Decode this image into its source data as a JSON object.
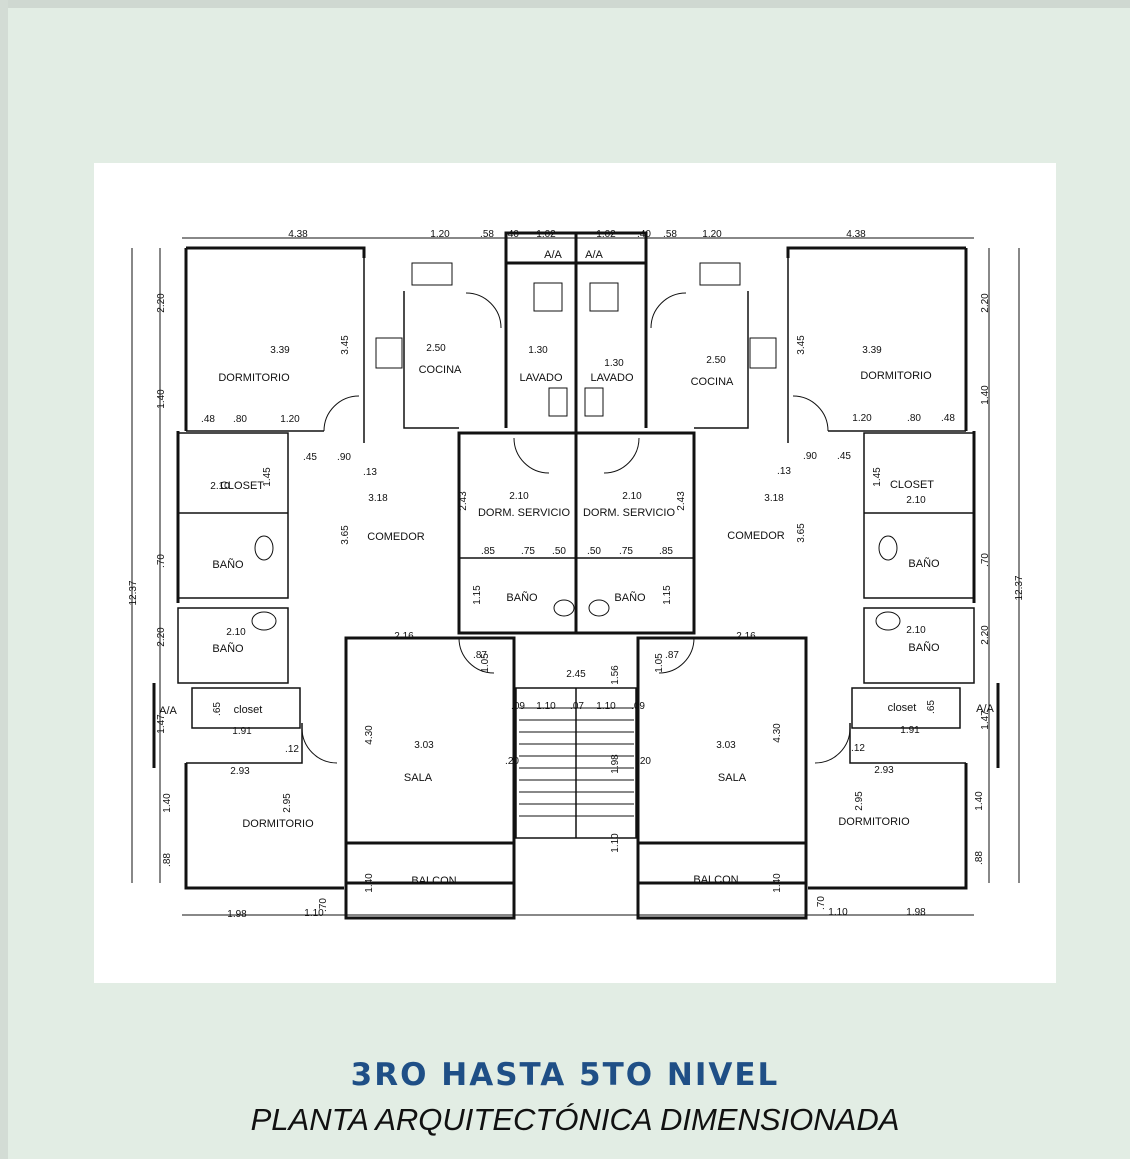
{
  "header": {
    "title": "3RO HASTA 5TO NIVEL",
    "subtitle": "PLANTA ARQUITECTÓNICA DIMENSIONADA"
  },
  "colors": {
    "page_background": "#e2ede4",
    "title": "#1f4f86",
    "lines": "#111111"
  },
  "rooms": {
    "dormitorio_top_left": "DORMITORIO",
    "dormitorio_top_right": "DORMITORIO",
    "dormitorio_bottom_left": "DORMITORIO",
    "dormitorio_bottom_right": "DORMITORIO",
    "cocina_left": "COCINA",
    "cocina_right": "COCINA",
    "lavado_left": "LAVADO",
    "lavado_right": "LAVADO",
    "comedor_left": "COMEDOR",
    "comedor_right": "COMEDOR",
    "dorm_servicio_left": "DORM. SERVICIO",
    "dorm_servicio_right": "DORM. SERVICIO",
    "closet_upper_left": "CLOSET",
    "closet_upper_right": "CLOSET",
    "closet_lower_left": "closet",
    "closet_lower_right": "closet",
    "bano_1": "BAÑO",
    "bano_2": "BAÑO",
    "bano_3": "BAÑO",
    "bano_4": "BAÑO",
    "bano_service_left": "BAÑO",
    "bano_service_right": "BAÑO",
    "sala_left": "SALA",
    "sala_right": "SALA",
    "balcon_left": "BALCON",
    "balcon_right": "BALCON",
    "aa_top_left": "A/A",
    "aa_top_right": "A/A",
    "aa_side_left": "A/A",
    "aa_side_right": "A/A"
  },
  "dimensions": {
    "top_4_38_left": "4.38",
    "top_4_38_right": "4.38",
    "top_1_20_left": "1.20",
    "top_1_20_right": "1.20",
    "top_58_left": ".58",
    "top_58_right": ".58",
    "top_40_left": ".40",
    "top_40_right": ".40",
    "top_1_02_left": "1.02",
    "top_1_02_right": "1.02",
    "v_2_20_tl": "2.20",
    "v_2_20_tr": "2.20",
    "v_1_40_tl": "1.40",
    "v_1_40_tr": "1.40",
    "v_12_37_l": "12.37",
    "v_12_37_r": "12.37",
    "v_70_l": ".70",
    "v_70_r": ".70",
    "v_2_20_ml": "2.20",
    "v_2_20_mr": "2.20",
    "v_1_47_l": "1.47",
    "v_1_47_r": "1.47",
    "v_1_40_bl": "1.40",
    "v_1_40_br": "1.40",
    "v_88_l": ".88",
    "v_88_r": ".88",
    "d_3_39_l": "3.39",
    "d_3_39_r": "3.39",
    "d_3_45_l": "3.45",
    "d_3_45_r": "3.45",
    "d_2_50_l": "2.50",
    "d_2_50_r": "2.50",
    "d_1_30_l": "1.30",
    "d_1_30_r": "1.30",
    "d_3_18_l": "3.18",
    "d_3_18_r": "3.18",
    "d_3_65_l": "3.65",
    "d_3_65_r": "3.65",
    "d_2_10_ds_l": "2.10",
    "d_2_10_ds_r": "2.10",
    "d_2_43_l": "2.43",
    "d_2_43_r": "2.43",
    "d_2_16_l": "2.16",
    "d_2_16_r": "2.16",
    "d_2_45": "2.45",
    "d_1_56": "1.56",
    "d_1_10_a": "1.10",
    "d_1_10_b": "1.10",
    "d_07": ".07",
    "d_09_a": ".09",
    "d_09_b": ".09",
    "d_1_98_stair": "1.98",
    "d_1_10_stair": "1.10",
    "d_3_03_l": "3.03",
    "d_3_03_r": "3.03",
    "d_4_30_l": "4.30",
    "d_4_30_r": "4.30",
    "d_2_93_l": "2.93",
    "d_2_93_r": "2.93",
    "d_2_95_l": "2.95",
    "d_2_95_r": "2.95",
    "d_1_91_l": "1.91",
    "d_1_91_r": "1.91",
    "d_1_40_balc_l": "1.40",
    "d_1_40_balc_r": "1.40",
    "b_1_98_l": "1.98",
    "b_1_98_r": "1.98",
    "b_1_10_l": "1.10",
    "b_1_10_r": "1.10",
    "b_70_l": ".70",
    "b_70_r": ".70",
    "d_1_45_l": "1.45",
    "d_1_45_r": "1.45",
    "d_2_10_cl_l": "2.10",
    "d_2_10_cl_r": "2.10",
    "d_2_10_b_l": "2.10",
    "d_2_10_b_r": "2.10",
    "d_48_l": ".48",
    "d_48_r": ".48",
    "d_80_l": ".80",
    "d_80_r": ".80",
    "d_1_20_cl_l": "1.20",
    "d_1_20_cl_r": "1.20",
    "d_90_l": ".90",
    "d_90_r": ".90",
    "d_13_l": ".13",
    "d_13_r": ".13",
    "d_45_l": ".45",
    "d_45_r": ".45",
    "d_85_l": ".85",
    "d_85_r": ".85",
    "d_75_l": ".75",
    "d_75_r": ".75",
    "d_50_l": ".50",
    "d_50_r": ".50",
    "d_12_l": ".12",
    "d_12_r": ".12",
    "d_65_l": ".65",
    "d_65_r": ".65",
    "d_1_05_l": "1.05",
    "d_1_05_r": "1.05",
    "d_87_l": ".87",
    "d_87_r": ".87",
    "d_20_l": ".20",
    "d_20_r": ".20",
    "d_1_15_l": "1.15",
    "d_1_15_r": "1.15"
  }
}
